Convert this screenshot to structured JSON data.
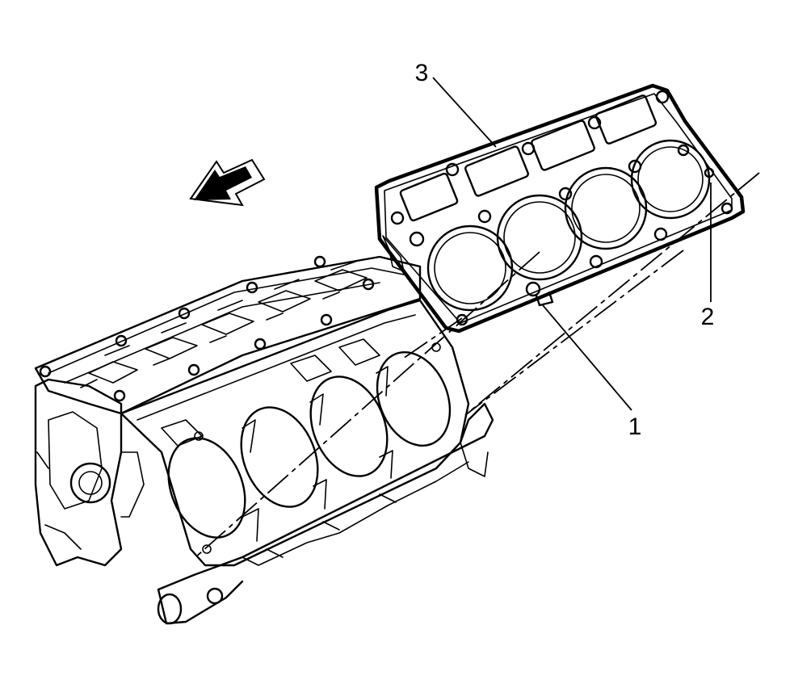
{
  "callouts": [
    {
      "label": "1",
      "ref": "locating-tab"
    },
    {
      "label": "2",
      "ref": "dowel-hole"
    },
    {
      "label": "3",
      "ref": "cylinder-head-gasket"
    }
  ]
}
